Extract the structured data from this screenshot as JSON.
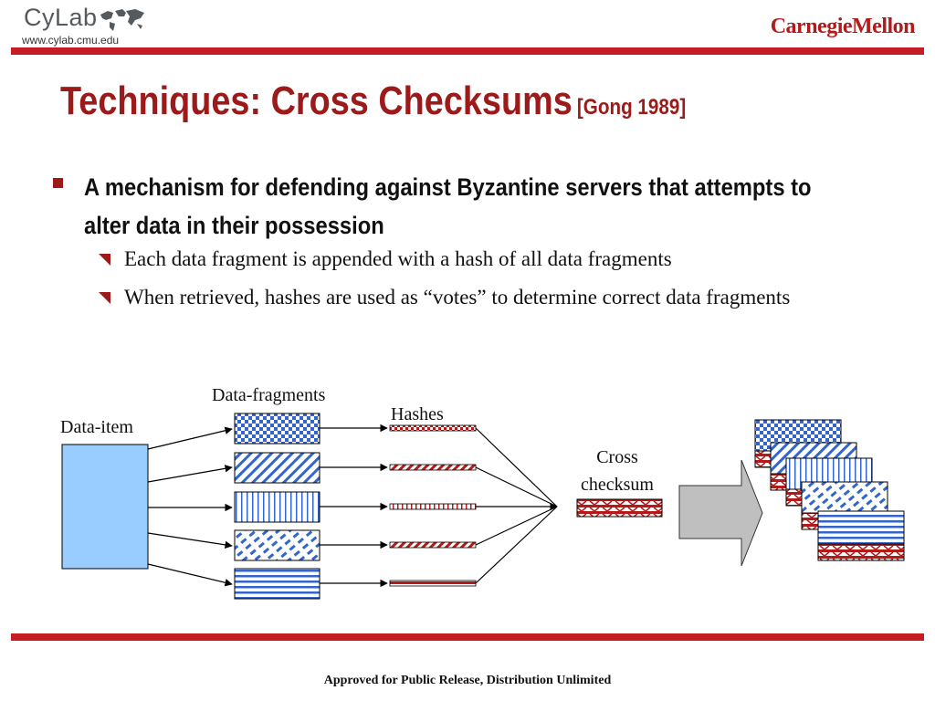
{
  "header": {
    "logo_left": "CyLab",
    "logo_url": "www.cylab.cmu.edu",
    "logo_right": "CarnegieMellon"
  },
  "slide": {
    "title": "Techniques: Cross Checksums",
    "title_cite": "[Gong 1989]",
    "bullet": "A mechanism for defending against Byzantine servers that attempts to alter data in their possession",
    "sub_bullets": [
      "Each data fragment is appended with a hash of all data fragments",
      "When retrieved, hashes are used as “votes” to determine correct data fragments"
    ]
  },
  "diagram": {
    "label_data_item": "Data-item",
    "label_fragments": "Data-fragments",
    "label_hashes": "Hashes",
    "label_cross_line1": "Cross",
    "label_cross_line2": "checksum",
    "colors": {
      "data_item": "#99ccff",
      "fragment": "#3366cc",
      "hash": "#b31b1b",
      "arrow_fill": "#bfbfbf"
    }
  },
  "footer": {
    "text": "Approved for Public Release, Distribution Unlimited"
  }
}
